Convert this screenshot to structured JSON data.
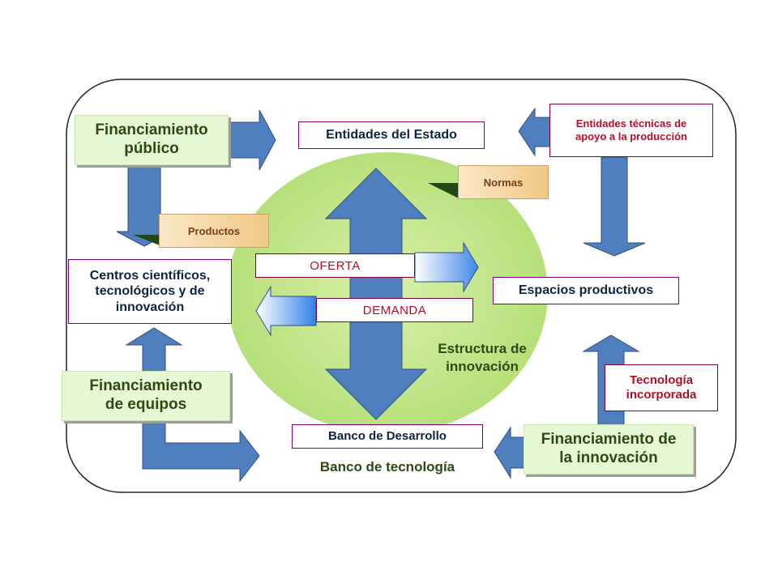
{
  "nodes": {
    "financiamiento_publico": "Financiamiento público",
    "entidades_estado": "Entidades del Estado",
    "entidades_tecnicas": "Entidades técnicas de apoyo a la producción",
    "normas": "Normas",
    "productos": "Productos",
    "centros": "Centros científicos, tecnológicos y de innovación",
    "oferta": "OFERTA",
    "demanda": "DEMANDA",
    "espacios": "Espacios productivos",
    "estructura": "Estructura de innovación",
    "tecnologia": "Tecnología incorporada",
    "financiamiento_equipos": "Financiamiento de equipos",
    "banco_desarrollo": "Banco de Desarrollo",
    "financiamiento_innovacion": "Financiamiento de la innovación",
    "banco_tecnologia": "Banco de tecnología"
  },
  "colors": {
    "arrow_blue": "#4f7fbf",
    "arrow_edge": "#2f4f7f",
    "ellipse_green": "#c2e68a",
    "box_green": "#e6f8d4",
    "text_green": "#2e4a14",
    "text_red": "#b0102a",
    "border_purple": "#800080",
    "tab_orange": "#f1c884",
    "shadow_green": "#1f4a14"
  }
}
